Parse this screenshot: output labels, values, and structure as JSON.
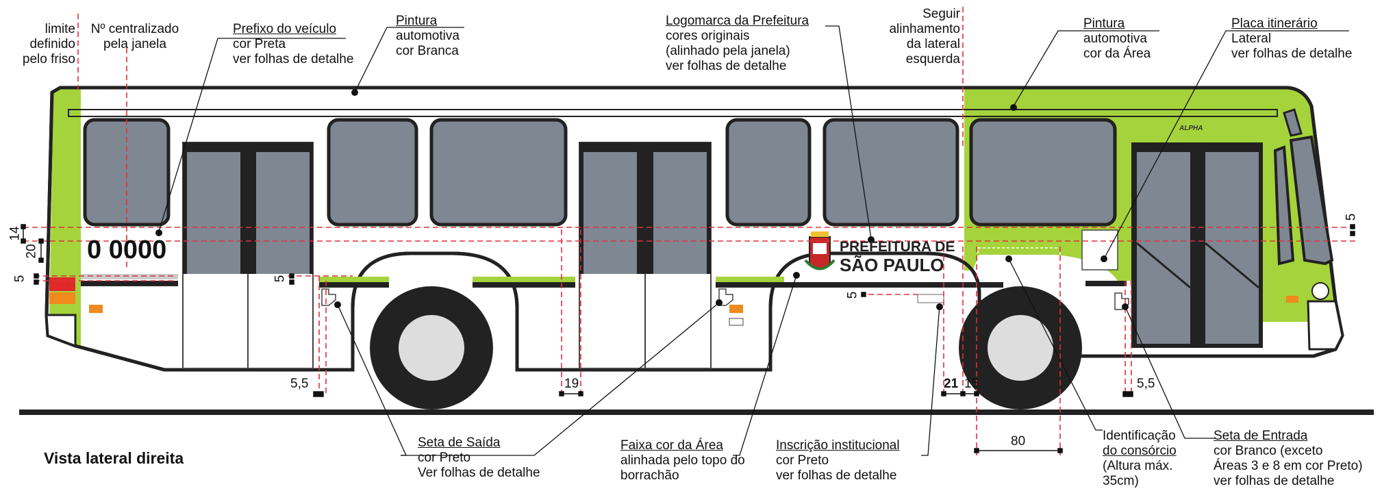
{
  "view_title": "Vista lateral direita",
  "labels": {
    "limite": [
      "limite",
      "definido",
      "pelo friso"
    ],
    "numero": [
      "Nº centralizado",
      "pela janela"
    ],
    "prefixo": {
      "title": "Prefixo do veículo",
      "lines": [
        "cor Preta",
        "ver folhas de detalhe"
      ]
    },
    "pintura_branca": {
      "title": "Pintura",
      "lines": [
        "automotiva",
        "cor Branca"
      ]
    },
    "logomarca": {
      "title": "Logomarca da Prefeitura",
      "lines": [
        "cores originais",
        "(alinhado pela janela)",
        "ver folhas de detalhe"
      ]
    },
    "seguir": [
      "Seguir",
      "alinhamento",
      "da lateral",
      "esquerda"
    ],
    "pintura_area": {
      "title": "Pintura",
      "lines": [
        "automotiva",
        "cor da Área"
      ]
    },
    "placa": {
      "title": "Placa itinerário",
      "lines": [
        "Lateral",
        "ver folhas de detalhe"
      ]
    },
    "seta_saida": {
      "title": "Seta de Saída",
      "lines": [
        "cor Preto",
        "Ver folhas de detalhe"
      ]
    },
    "faixa": {
      "title": "Faixa cor da Área",
      "lines": [
        "alinhada pelo topo do",
        "borrachão"
      ]
    },
    "inscricao": {
      "title": "Inscrição institucional",
      "lines": [
        "cor Preto",
        "ver folhas de detalhe"
      ]
    },
    "identificacao": {
      "title": "Identificação",
      "lines": [
        "do consórcio",
        "(Altura máx.",
        "35cm)"
      ]
    },
    "seta_entrada": {
      "title": "Seta de Entrada",
      "lines": [
        "cor Branco (exceto",
        "Áreas 3 e 8 em cor Preto)",
        "ver folhas de detalhe"
      ]
    }
  },
  "dimensions": {
    "d14": "14",
    "d20": "20",
    "d5_left": "5",
    "d5_skirt": "5",
    "d5_inscr": "5",
    "d5_right": "5",
    "d55_left": "5,5",
    "d19": "19",
    "d21": "21",
    "d15": "15",
    "d80": "80",
    "d55_right": "5,5"
  },
  "vehicle": {
    "number": "0 0000",
    "logo_line1": "PREFEITURA DE",
    "logo_line2": "SÃO PAULO",
    "brand_badge": "ALPHA"
  },
  "colors": {
    "area_green": "#a5d33b",
    "window_gray": "#7e8792",
    "body_white": "#ffffff",
    "outline": "#222222",
    "guide_red": "#e0303a",
    "signal_orange": "#f08a1d",
    "tail_red": "#e02a2a"
  }
}
